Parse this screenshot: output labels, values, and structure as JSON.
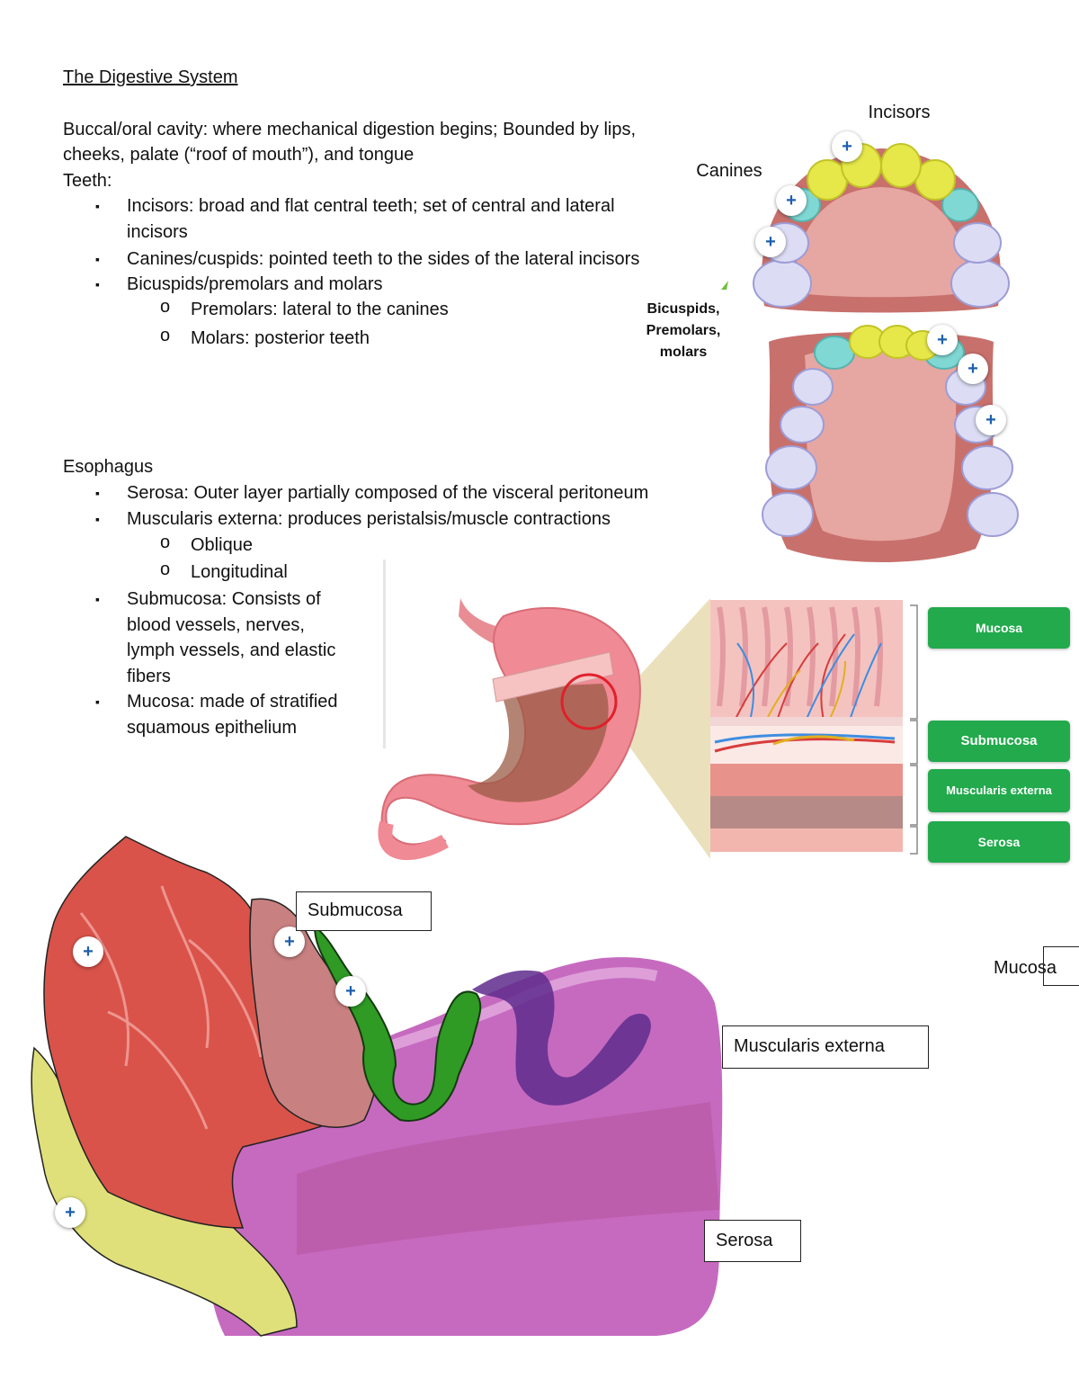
{
  "document": {
    "title": "The Digestive System",
    "oral_cavity": {
      "line1": "Buccal/oral cavity: where mechanical digestion begins; Bounded by lips,",
      "line2": "cheeks, palate (“roof of mouth”), and tongue"
    },
    "teeth": {
      "heading": "Teeth:",
      "items": [
        {
          "line1": "Incisors: broad and flat central teeth; set of central and lateral",
          "line2": "incisors"
        },
        {
          "line1": "Canines/cuspids: pointed teeth to the sides of the lateral incisors"
        },
        {
          "line1": "Bicuspids/premolars and molars"
        }
      ],
      "subitems": [
        "Premolars: lateral to the canines",
        "Molars: posterior teeth"
      ]
    },
    "esophagus": {
      "heading": "Esophagus",
      "items": [
        "Serosa: Outer layer partially composed of the visceral peritoneum",
        "Muscularis externa: produces peristalsis/muscle contractions"
      ],
      "subitems": [
        "Oblique",
        "Longitudinal"
      ],
      "submucosa_lines": [
        "Submucosa: Consists of",
        "blood vessels, nerves,",
        "lymph vessels, and elastic",
        "fibers"
      ],
      "mucosa_lines": [
        "Mucosa: made of stratified",
        "squamous epithelium"
      ]
    },
    "bullet_glyph": "▪",
    "sub_bullet_glyph": "o"
  },
  "teeth_figure": {
    "label_incisors": "Incisors",
    "label_canines": "Canines",
    "label_bicuspids": [
      "Bicuspids,",
      "Premolars,",
      "molars"
    ],
    "plus": "+"
  },
  "stomach_figure": {
    "layer_buttons": [
      "Mucosa",
      "Submucosa",
      "Muscularis externa",
      "Serosa"
    ]
  },
  "histology_figure": {
    "callouts": [
      "Submucosa",
      "Mucosa",
      "Muscularis externa",
      "Serosa"
    ]
  },
  "colors": {
    "incisor_yellow": "#e6e84a",
    "canine_cyan": "#7fd8d4",
    "molar_lavender": "#dcdcf5",
    "palate_pink": "#d98a86",
    "button_green": "#22aa4c",
    "muscle_red": "#d9534a",
    "mucosa_green": "#2f9a24",
    "tissue_purple": "#c36cbd"
  }
}
